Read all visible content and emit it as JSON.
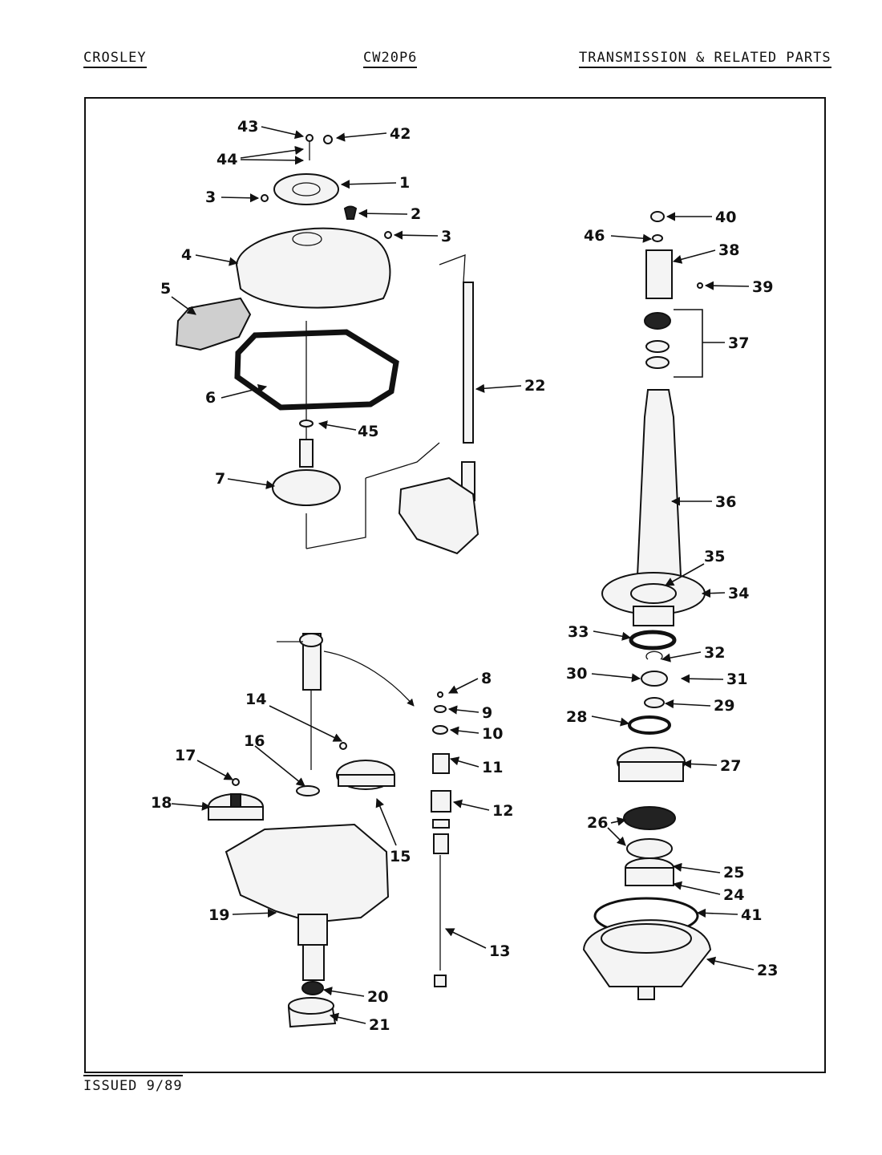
{
  "header": {
    "brand": "CROSLEY",
    "model": "CW20P6",
    "section": "TRANSMISSION & RELATED PARTS"
  },
  "footer": {
    "issued": "ISSUED 9/89"
  },
  "callouts": [
    "1",
    "2",
    "3",
    "3",
    "4",
    "5",
    "6",
    "7",
    "8",
    "9",
    "10",
    "11",
    "12",
    "13",
    "14",
    "15",
    "16",
    "17",
    "18",
    "19",
    "20",
    "21",
    "22",
    "23",
    "24",
    "25",
    "26",
    "27",
    "28",
    "29",
    "30",
    "31",
    "32",
    "33",
    "34",
    "35",
    "36",
    "37",
    "38",
    "39",
    "40",
    "41",
    "42",
    "43",
    "44",
    "45",
    "46"
  ]
}
